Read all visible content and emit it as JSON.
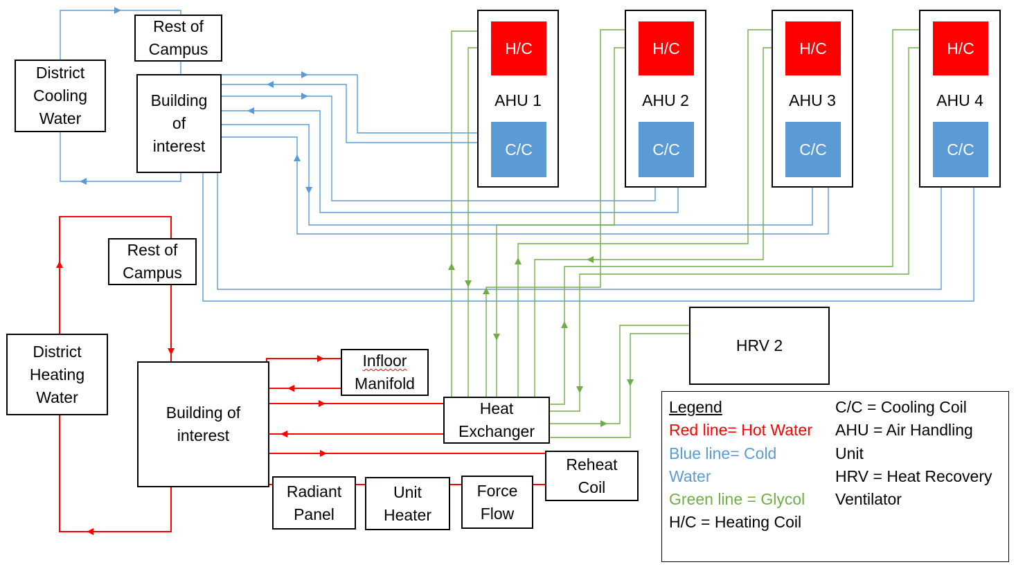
{
  "colors": {
    "hot": "#ff0000",
    "cold": "#5b9bd5",
    "glycol": "#70ad47",
    "heating_coil": "#ff0000",
    "cooling_coil": "#5b9bd5"
  },
  "cooling_side": {
    "district": "District\nCooling\nWater",
    "rest_of_campus": "Rest of\nCampus",
    "building": "Building\nof\ninterest"
  },
  "heating_side": {
    "district": "District\nHeating\nWater",
    "rest_of_campus": "Rest of\nCampus",
    "building": "Building of\ninterest",
    "infloor_manifold_line1": "Infloor",
    "infloor_manifold_line2": "Manifold",
    "heat_exchanger": "Heat\nExchanger",
    "reheat_coil": "Reheat\nCoil",
    "radiant_panel": "Radiant\nPanel",
    "unit_heater": "Unit\nHeater",
    "force_flow": "Force\nFlow"
  },
  "ahus": [
    {
      "name": "AHU 1",
      "heating": "H/C",
      "cooling": "C/C"
    },
    {
      "name": "AHU 2",
      "heating": "H/C",
      "cooling": "C/C"
    },
    {
      "name": "AHU 3",
      "heating": "H/C",
      "cooling": "C/C"
    },
    {
      "name": "AHU 4",
      "heating": "H/C",
      "cooling": "C/C"
    }
  ],
  "hrv": "HRV 2",
  "legend": {
    "title": "Legend",
    "red": "Red line= Hot Water",
    "blue_1": "Blue line= Cold",
    "blue_2": "Water",
    "green": "Green line = Glycol",
    "hc": "H/C = Heating Coil",
    "cc": "C/C = Cooling Coil",
    "ahu_1": "AHU = Air Handling",
    "ahu_2": "Unit",
    "hrv_1": "HRV = Heat Recovery",
    "hrv_2": "Ventilator"
  }
}
